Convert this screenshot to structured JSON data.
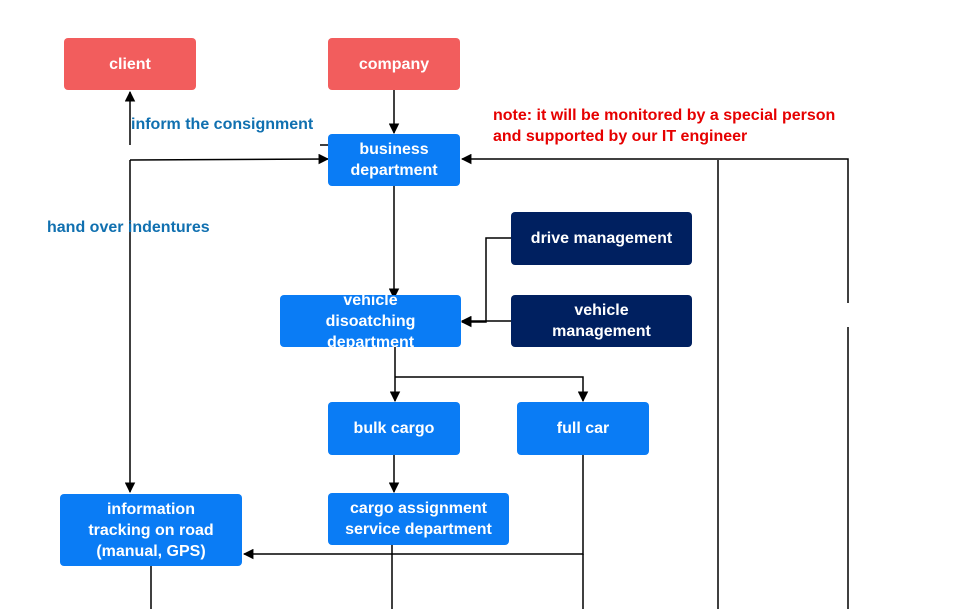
{
  "colors": {
    "red": "#f25d5d",
    "blue": "#0a7cf5",
    "navy": "#002060",
    "label_blue": "#1070b0",
    "note_red": "#e60000"
  },
  "nodes": {
    "client": "client",
    "company": "company",
    "business": "business\ndepartment",
    "drive": "drive management",
    "vehicle_mgmt": "vehicle\nmanagement",
    "dispatch": "vehicle\ndisoatching\ndepartment",
    "bulk": "bulk cargo",
    "fullcar": "full car",
    "tracking": "information\ntracking on road\n(manual, GPS)",
    "cargo_assign": "cargo assignment\nservice department"
  },
  "labels": {
    "inform": "inform the consignment",
    "handover": "hand over indentures",
    "note": "note: it will be monitored by a special person\nand supported by our IT engineer"
  }
}
